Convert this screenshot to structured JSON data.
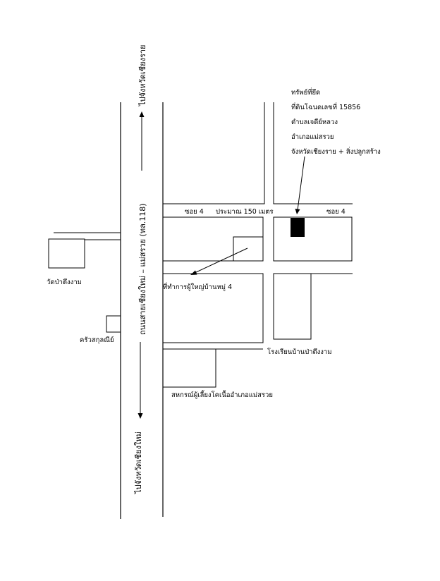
{
  "property_info": {
    "line1": "ทรัพย์ที่ยึด",
    "line2": "ที่ดินโฉนดเลขที่  15856",
    "line3": "ตำบลเจดีย์หลวง",
    "line4": "อำเภอแม่สรวย",
    "line5": "จังหวัดเชียงราย + สิ่งปลูกสร้าง"
  },
  "labels": {
    "soi_left": "ซอย 4",
    "soi_right": "ซอย 4",
    "distance": "ประมาณ 150 เมตร",
    "village_office": "ที่ทำการผู้ใหญ่บ้านหมู่ 4",
    "temple": "วัดป่าตึงงาม",
    "kitchen": "ครัวสกุลณีย์",
    "school": "โรงเรียนบ้านป่าตึงงาม",
    "cooperative": "สหกรณ์ผู้เลี้ยงโคเนื้ออำเภอแม่สรวย",
    "main_road": "ถนนสายเชียงใหม่ – แม่สรวย (ทล.118)",
    "to_chiangrai": "ไปจังหวัดเชียงราย",
    "to_chiangmai": "ไปจังหวัดเชียงใหม่"
  },
  "colors": {
    "line": "#000000",
    "property_marker": "#000000",
    "background": "#ffffff"
  }
}
